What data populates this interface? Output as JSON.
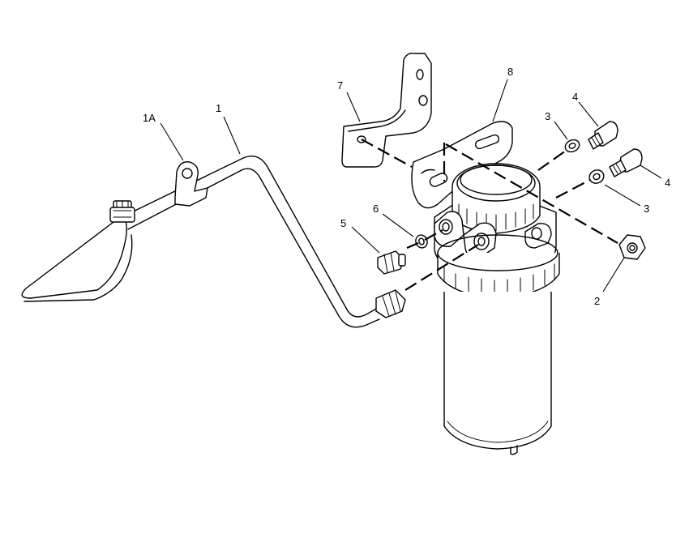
{
  "callouts": {
    "c1": "1",
    "c1a": "1A",
    "c2": "2",
    "c3a": "3",
    "c3b": "3",
    "c4a": "4",
    "c4b": "4",
    "c5": "5",
    "c6": "6",
    "c7": "7",
    "c8": "8"
  },
  "colors": {
    "line": "#000000",
    "background": "#ffffff"
  }
}
